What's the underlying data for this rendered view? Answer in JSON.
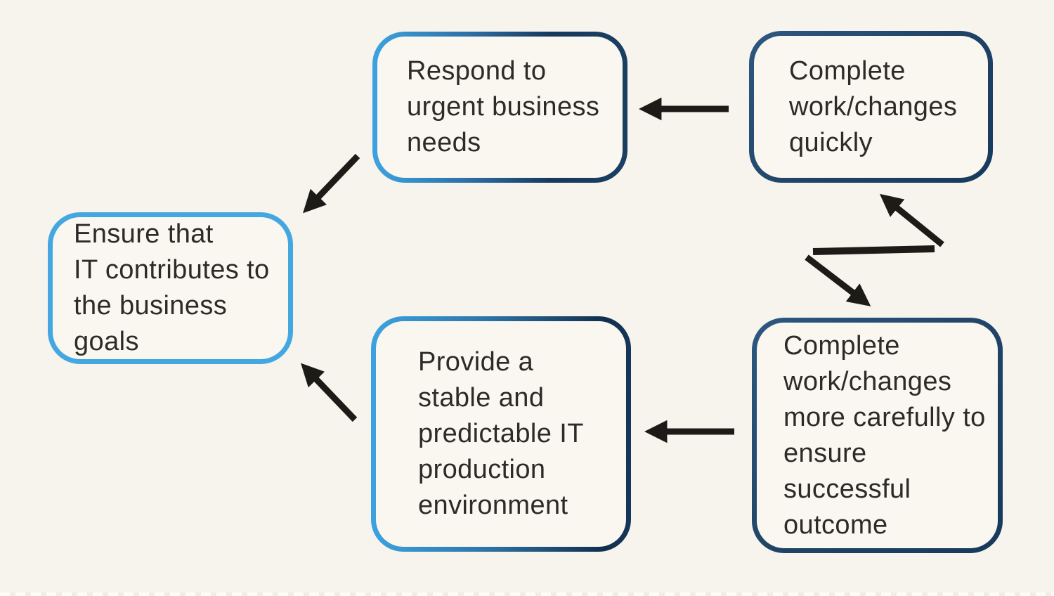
{
  "diagram": {
    "type": "flow-diagram",
    "background_color": "#f7f4ed",
    "colors": {
      "light_blue_border": "#45a7e2",
      "dark_navy_border": "#1f4366",
      "arrow": "#1d1b17",
      "text": "#2c2b27",
      "box_fill": "#f9f7f0"
    },
    "nodes": {
      "respond": {
        "label": "Respond to\nurgent business\nneeds",
        "border_style": "gradient-blue-to-navy"
      },
      "complete_quickly": {
        "label": "Complete\nwork/changes\nquickly",
        "border_style": "navy"
      },
      "ensure_goals": {
        "label": "Ensure that\nIT contributes to\nthe business goals",
        "border_style": "light-blue"
      },
      "provide_stable": {
        "label": "Provide a\nstable and\npredictable IT\nproduction\nenvironment",
        "border_style": "gradient-blue-to-navy"
      },
      "complete_carefully": {
        "label": "Complete\nwork/changes\nmore carefully to\nensure successful\noutcome",
        "border_style": "navy"
      }
    },
    "edges": [
      {
        "from": "complete_quickly",
        "to": "respond",
        "shape": "horizontal-arrow-left"
      },
      {
        "from": "respond",
        "to": "ensure_goals",
        "shape": "diagonal-arrow-down-left"
      },
      {
        "from": "complete_carefully",
        "to": "complete_quickly",
        "shape": "zigzag-arrow-up"
      },
      {
        "from": "complete_quickly",
        "to": "complete_carefully",
        "shape": "zigzag-arrow-down"
      },
      {
        "from": "complete_carefully",
        "to": "provide_stable",
        "shape": "horizontal-arrow-left"
      },
      {
        "from": "provide_stable",
        "to": "ensure_goals",
        "shape": "diagonal-arrow-up-left"
      }
    ]
  }
}
